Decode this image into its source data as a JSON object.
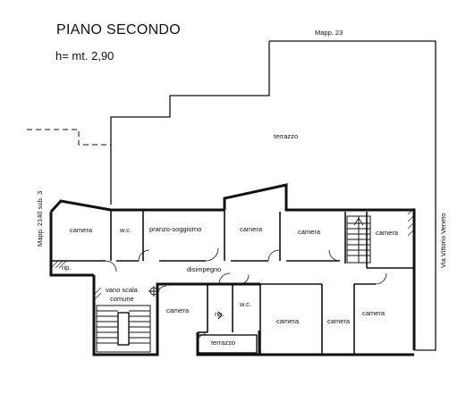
{
  "header": {
    "title": "PIANO SECONDO",
    "height": "h= mt. 2,90"
  },
  "labels": {
    "mapp_23": "Mapp. 23",
    "mapp_2140": "Mapp. 2140 sub. 3",
    "street": "Via Vittorio Veneto",
    "terrazzo_top": "terrazzo",
    "camera_1": "camera",
    "wc_1": "w.c.",
    "pranzo": "pranzo-soggiorno",
    "camera_2": "camera",
    "camera_3": "camera",
    "camera_4": "camera",
    "rip_1": "rip.",
    "disimpegno": "disimpegno",
    "vano_scala_1": "vano scala",
    "vano_scala_2": "comune",
    "camera_5": "camera",
    "rip_2": "rip.",
    "wc_2": "w.c.",
    "camera_6": "camera",
    "camera_7": "camera",
    "camera_8": "camera",
    "terrazzo_small": "terrazzo"
  }
}
